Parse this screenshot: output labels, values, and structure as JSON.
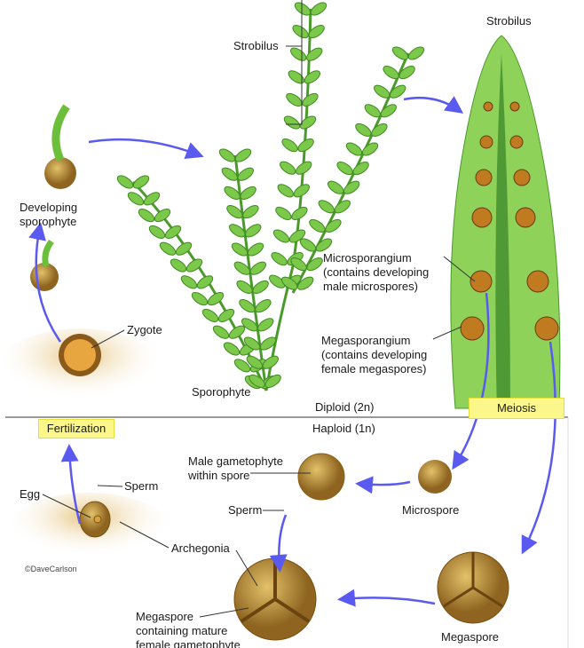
{
  "title_labels": {
    "strobilus_left": "Strobilus",
    "strobilus_right": "Strobilus",
    "developing_sporophyte": [
      "Developing",
      "sporophyte"
    ],
    "zygote": "Zygote",
    "sporophyte": "Sporophyte",
    "microsporangium": [
      "Microsporangium",
      "(contains developing",
      "male microspores)"
    ],
    "megasporangium": [
      "Megasporangium",
      "(contains developing",
      "female megaspores)"
    ],
    "diploid": "Diploid (2n)",
    "haploid": "Haploid (1n)",
    "meiosis": "Meiosis",
    "fertilization": "Fertilization",
    "male_gametophyte": [
      "Male gametophyte",
      "within spore"
    ],
    "sperm_top": "Sperm",
    "egg": "Egg",
    "archegonia": "Archegonia",
    "copyright": "©DaveCarlson",
    "sperm_mid": "Sperm",
    "microspore": "Microspore",
    "megaspore": "Megaspore",
    "megaspore_female": [
      "Megaspore",
      "containing mature",
      "female gametophyte"
    ]
  },
  "colors": {
    "arrow": "#5a5af0",
    "highlight": "#fbf78a",
    "plant": "#6cbf3a",
    "spore": "#b98a2e"
  }
}
